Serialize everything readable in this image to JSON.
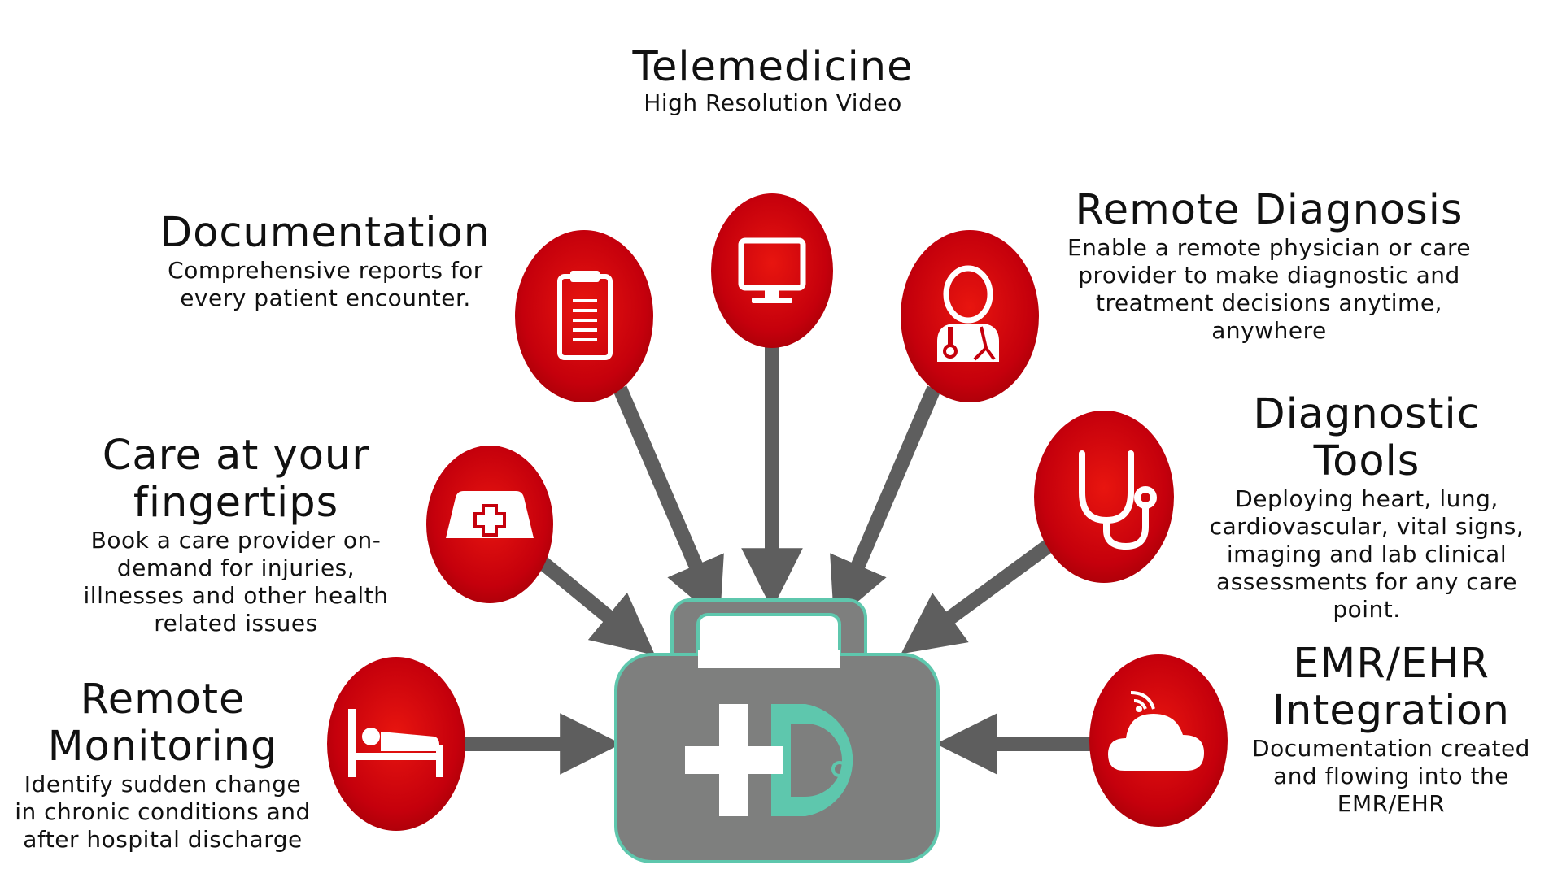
{
  "colors": {
    "node_red": "#c5000c",
    "node_red_glow": "#e8150f",
    "arrow_gray": "#5e5e5e",
    "case_gray": "#7e7f7e",
    "case_border": "#5ec7ad",
    "logo_teal": "#5ec7ad",
    "logo_white": "#ffffff"
  },
  "telemedicine": {
    "title": "Telemedicine",
    "subtitle": "High Resolution Video",
    "icon": "monitor-icon"
  },
  "documentation": {
    "title": "Documentation",
    "lines": [
      "Comprehensive reports for",
      "every patient encounter."
    ],
    "icon": "clipboard-icon"
  },
  "remote_diagnosis": {
    "title": "Remote Diagnosis",
    "lines": [
      "Enable a remote physician or care",
      "provider to make diagnostic and",
      "treatment decisions anytime,",
      "anywhere"
    ],
    "icon": "doctor-icon"
  },
  "care_fingertips": {
    "title_lines": [
      "Care at your",
      "fingertips"
    ],
    "lines": [
      "Book a care provider on-",
      "demand for injuries,",
      "illnesses and other health",
      "related issues"
    ],
    "icon": "nurse-cap-icon"
  },
  "diagnostic_tools": {
    "title": "Diagnostic Tools",
    "lines": [
      "Deploying heart, lung,",
      "cardiovascular, vital signs,",
      "imaging and lab clinical",
      "assessments for any care",
      "point."
    ],
    "icon": "stethoscope-icon"
  },
  "remote_monitoring": {
    "title_lines": [
      "Remote",
      "Monitoring"
    ],
    "lines": [
      "Identify sudden change",
      "in chronic conditions and",
      "after hospital discharge"
    ],
    "icon": "hospital-bed-icon"
  },
  "emr_ehr": {
    "title_lines": [
      "EMR/EHR",
      "Integration"
    ],
    "lines": [
      "Documentation created",
      "and flowing into the",
      "EMR/EHR"
    ],
    "icon": "cloud-wifi-icon"
  },
  "center": {
    "icon": "medical-bag-icon",
    "logo": "plus-d-logo-icon"
  }
}
